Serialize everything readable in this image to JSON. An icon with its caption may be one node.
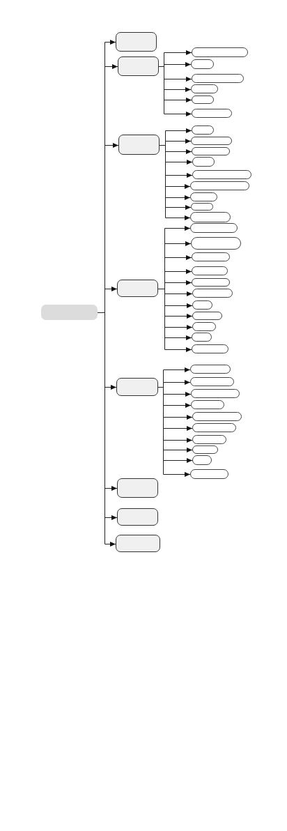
{
  "diagram": {
    "nodes": [
      {
        "text": [],
        "shape": "box"
      },
      {
        "text": [],
        "shape": "box"
      },
      {
        "text": [],
        "shape": "box"
      },
      {
        "text": [],
        "shape": "box"
      },
      {
        "text": [],
        "shape": "box"
      },
      {
        "text": [],
        "shape": "box"
      },
      {
        "text": [],
        "shape": "box"
      },
      {
        "text": [],
        "shape": "box"
      },
      {
        "text": [],
        "shape": "box"
      },
      {
        "text": [],
        "shape": "box"
      },
      {
        "text": [],
        "shape": "box"
      },
      {
        "text": [],
        "shape": "box"
      },
      {
        "text": [],
        "shape": "box"
      },
      {
        "text": [],
        "shape": "box"
      },
      {
        "text": [],
        "shape": "box"
      },
      {
        "text": [],
        "shape": "box"
      },
      {
        "text": [],
        "shape": "box"
      },
      {
        "text": [],
        "shape": "box"
      },
      {
        "text": [],
        "shape": "box"
      },
      {
        "text": [],
        "shape": "box"
      },
      {
        "text": [],
        "shape": "box"
      },
      {
        "text": [],
        "shape": "box"
      },
      {
        "text": [],
        "shape": "box"
      },
      {
        "text": [],
        "shape": "box"
      },
      {
        "text": [],
        "shape": "box"
      },
      {
        "text": [],
        "shape": "box"
      },
      {
        "text": [],
        "shape": "box"
      },
      {
        "text": [],
        "shape": "box"
      },
      {
        "text": [],
        "shape": "box"
      },
      {
        "text": [],
        "shape": "box"
      },
      {
        "text": [],
        "shape": "box"
      },
      {
        "text": [],
        "shape": "box"
      },
      {
        "text": [],
        "shape": "box"
      },
      {
        "text": [],
        "shape": "box"
      },
      {
        "text": [],
        "shape": "box"
      },
      {
        "text": [],
        "shape": "box"
      },
      {
        "text": [],
        "shape": "box"
      },
      {
        "text": [],
        "shape": "box"
      },
      {
        "text": [],
        "shape": "box"
      },
      {
        "text": [],
        "shape": "box"
      },
      {
        "text": [],
        "shape": "box"
      },
      {
        "text": [],
        "shape": "box"
      },
      {
        "text": [],
        "shape": "box"
      },
      {
        "text": [],
        "shape": "box"
      },
      {
        "text": [],
        "shape": "box"
      }
    ],
    "edges": [
      {
        "from": 0,
        "to": 1,
        "arrow": "to"
      },
      {
        "from": 0,
        "to": 2,
        "arrow": "to"
      },
      {
        "from": 0,
        "to": 9,
        "arrow": "to"
      },
      {
        "from": 0,
        "to": 19,
        "arrow": "to"
      },
      {
        "from": 0,
        "to": 31,
        "arrow": "to"
      },
      {
        "from": 0,
        "to": 42,
        "arrow": "to"
      },
      {
        "from": 0,
        "to": 43,
        "arrow": "to"
      },
      {
        "from": 0,
        "to": 44,
        "arrow": "to"
      },
      {
        "from": 2,
        "to": 3,
        "arrow": "to"
      },
      {
        "from": 2,
        "to": 4,
        "arrow": "to"
      },
      {
        "from": 2,
        "to": 5,
        "arrow": "to"
      },
      {
        "from": 2,
        "to": 6,
        "arrow": "to"
      },
      {
        "from": 2,
        "to": 7,
        "arrow": "to"
      },
      {
        "from": 2,
        "to": 8,
        "arrow": "to"
      },
      {
        "from": 9,
        "to": 10,
        "arrow": "to"
      },
      {
        "from": 9,
        "to": 11,
        "arrow": "to"
      },
      {
        "from": 9,
        "to": 12,
        "arrow": "to"
      },
      {
        "from": 9,
        "to": 13,
        "arrow": "to"
      },
      {
        "from": 9,
        "to": 14,
        "arrow": "to"
      },
      {
        "from": 9,
        "to": 15,
        "arrow": "to"
      },
      {
        "from": 9,
        "to": 16,
        "arrow": "to"
      },
      {
        "from": 9,
        "to": 17,
        "arrow": "to"
      },
      {
        "from": 9,
        "to": 18,
        "arrow": "to"
      },
      {
        "from": 19,
        "to": 20,
        "arrow": "to"
      },
      {
        "from": 19,
        "to": 21,
        "arrow": "to"
      },
      {
        "from": 19,
        "to": 22,
        "arrow": "to"
      },
      {
        "from": 19,
        "to": 23,
        "arrow": "to"
      },
      {
        "from": 19,
        "to": 24,
        "arrow": "to"
      },
      {
        "from": 19,
        "to": 25,
        "arrow": "to"
      },
      {
        "from": 19,
        "to": 26,
        "arrow": "to"
      },
      {
        "from": 19,
        "to": 27,
        "arrow": "to"
      },
      {
        "from": 19,
        "to": 28,
        "arrow": "to"
      },
      {
        "from": 19,
        "to": 29,
        "arrow": "to"
      },
      {
        "from": 19,
        "to": 30,
        "arrow": "to"
      },
      {
        "from": 31,
        "to": 32,
        "arrow": "to"
      },
      {
        "from": 31,
        "to": 33,
        "arrow": "to"
      },
      {
        "from": 31,
        "to": 34,
        "arrow": "to"
      },
      {
        "from": 31,
        "to": 35,
        "arrow": "to"
      },
      {
        "from": 31,
        "to": 36,
        "arrow": "to"
      },
      {
        "from": 31,
        "to": 37,
        "arrow": "to"
      },
      {
        "from": 31,
        "to": 38,
        "arrow": "to"
      },
      {
        "from": 31,
        "to": 39,
        "arrow": "to"
      },
      {
        "from": 31,
        "to": 40,
        "arrow": "to"
      },
      {
        "from": 31,
        "to": 41,
        "arrow": "to"
      }
    ]
  }
}
